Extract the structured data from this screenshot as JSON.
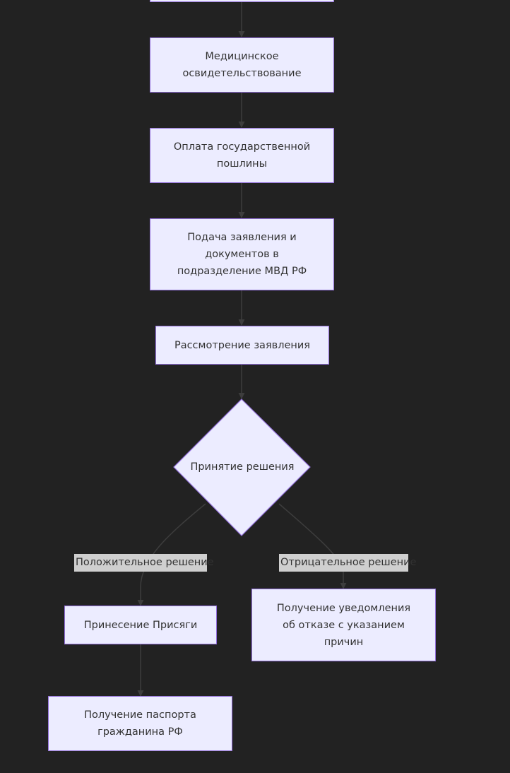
{
  "colors": {
    "background": "#222222",
    "node_fill": "#ECECFF",
    "node_border": "#9370DB",
    "edge": "#3d3d3d",
    "edge_label_bg": "#cfcfcf",
    "text": "#333333"
  },
  "nodes": {
    "medical": [
      "Медицинское",
      "освидетельствование"
    ],
    "fee": [
      "Оплата государственной",
      "пошлины"
    ],
    "submission": [
      "Подача заявления и",
      "документов в",
      "подразделение МВД РФ"
    ],
    "review": "Рассмотрение заявления",
    "decision": "Принятие решения",
    "oath": "Принесение Присяги",
    "refusal": [
      "Получение уведомления",
      "об отказе с указанием",
      "причин"
    ],
    "passport": [
      "Получение паспорта",
      "гражданина РФ"
    ]
  },
  "edge_labels": {
    "positive": "Положительное решение",
    "negative": "Отрицательное решение"
  }
}
